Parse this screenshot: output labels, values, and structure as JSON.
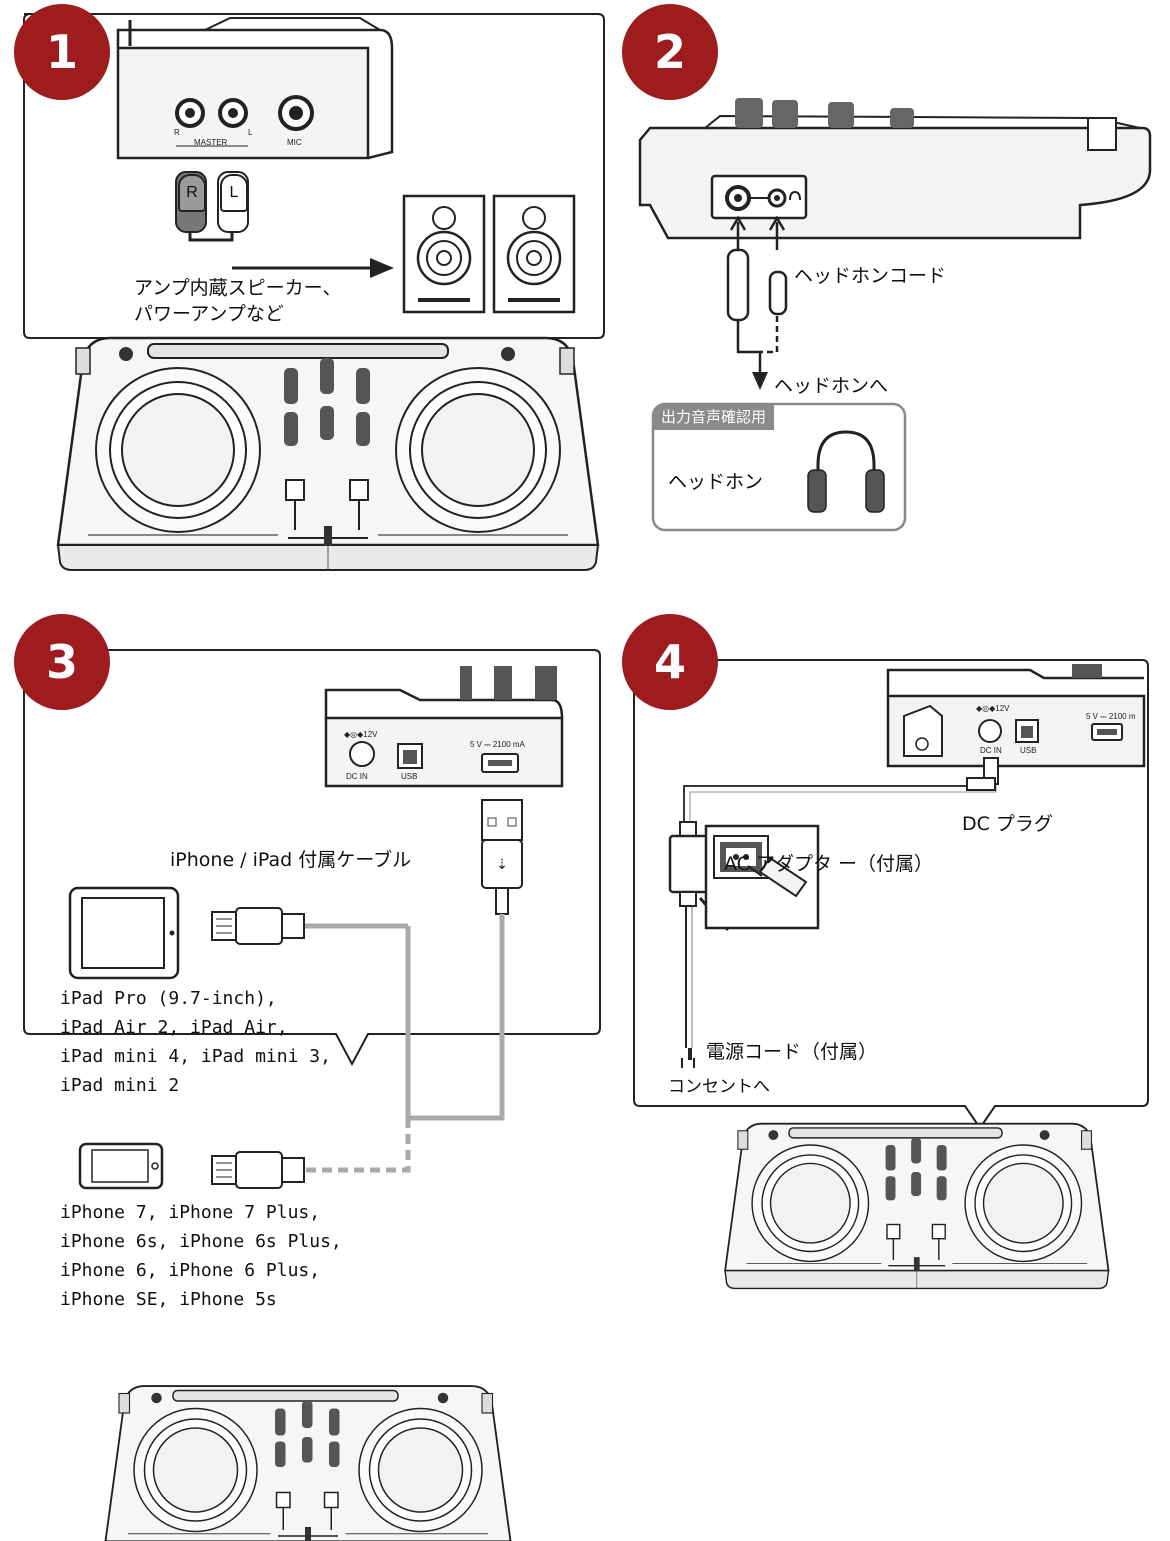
{
  "steps": [
    "1",
    "2",
    "3",
    "4"
  ],
  "step1": {
    "jacks": {
      "r": "R",
      "l": "L",
      "master": "MASTER",
      "mic": "MIC"
    },
    "plug_r": "R",
    "plug_l": "L",
    "label_lines": [
      "アンプ内蔵スピーカー、",
      "パワーアンプなど"
    ]
  },
  "step2": {
    "cord_label": "ヘッドホンコード",
    "to_headphones": "ヘッドホンへ",
    "card_tag": "出力音声確認用",
    "card_label": "ヘッドホン"
  },
  "step3": {
    "jacks": {
      "dc_in": "DC IN",
      "usb": "USB",
      "voltage": "5 V ⎓ 2100 mA",
      "dc12": "◆◎◆12V"
    },
    "cable_label": "iPhone / iPad 付属ケーブル",
    "ipad_models": [
      "iPad Pro (9.7-inch),",
      "iPad Air 2, iPad Air,",
      "iPad mini 4, iPad mini 3,",
      "iPad mini 2"
    ],
    "iphone_models": [
      "iPhone 7, iPhone 7 Plus,",
      "iPhone 6s, iPhone 6s Plus,",
      "iPhone 6, iPhone 6 Plus,",
      "iPhone SE, iPhone 5s"
    ]
  },
  "step4": {
    "jacks": {
      "dc_in": "DC IN",
      "usb": "USB",
      "voltage": "5 V ⎓ 2100 m",
      "dc12": "◆◎◆12V"
    },
    "dc_plug": "DC プラグ",
    "ac_adapter": "AC アダプタ ー（付属）",
    "power_cord": "電源コード（付属）",
    "to_outlet": "コンセントへ"
  },
  "colors": {
    "badge": "#9e1b1e",
    "line": "#222222",
    "cable_gray": "#aaaaaa",
    "tag_gray": "#8a8a8a",
    "panel": "#f4f4f4"
  }
}
